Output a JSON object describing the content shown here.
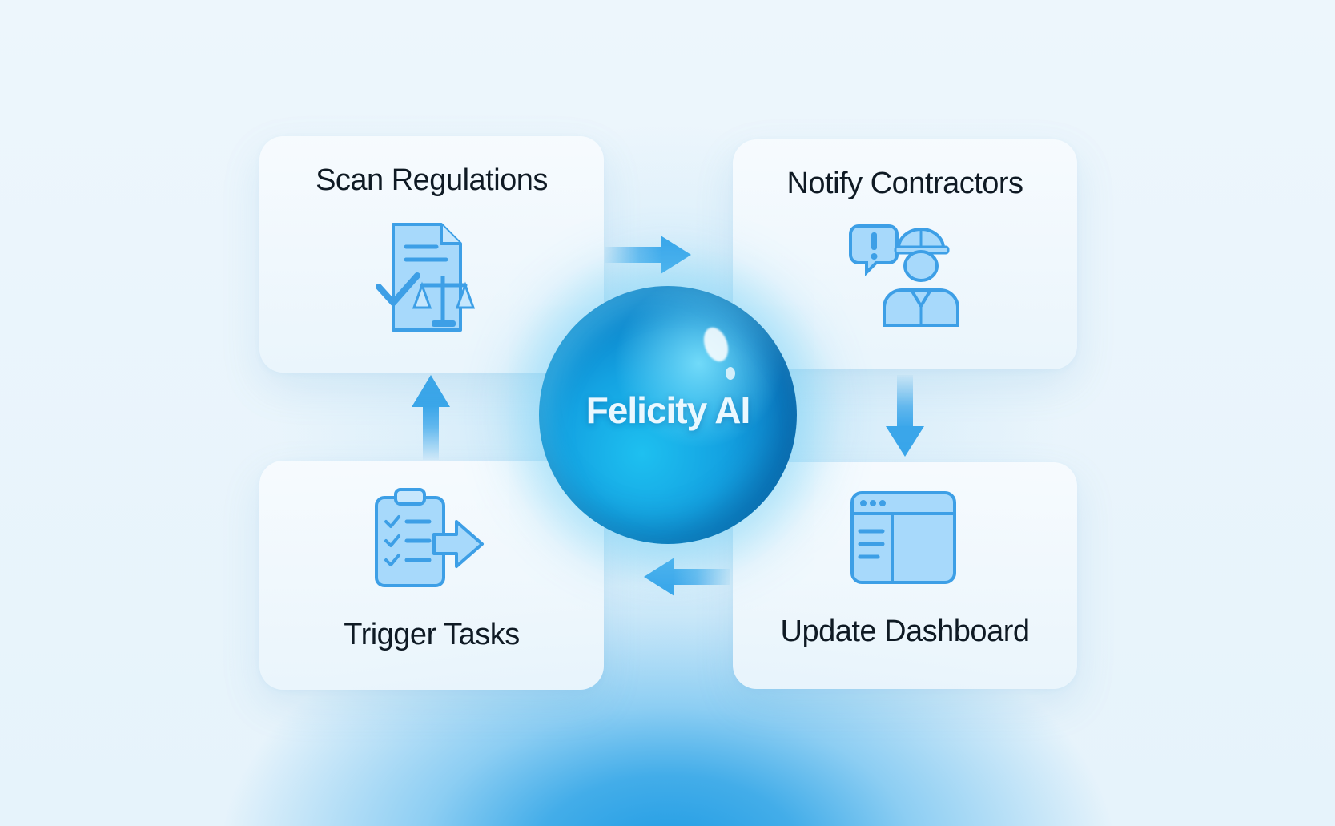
{
  "center": {
    "label": "Felicity AI"
  },
  "cards": {
    "scan": {
      "title": "Scan Regulations",
      "icon": "document-scale-icon"
    },
    "notify": {
      "title": "Notify Contractors",
      "icon": "worker-alert-icon"
    },
    "trigger": {
      "title": "Trigger Tasks",
      "icon": "clipboard-arrow-icon"
    },
    "dashboard": {
      "title": "Update Dashboard",
      "icon": "browser-window-icon"
    }
  },
  "colors": {
    "accent": "#3aa6ea",
    "icon_fill": "#a7d9fb",
    "icon_stroke": "#3d9fe6",
    "title_text": "#0f1a24"
  }
}
